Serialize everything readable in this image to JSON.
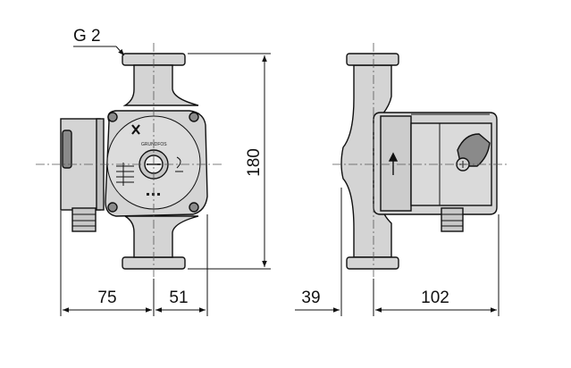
{
  "thread_label": "G 2",
  "dimensions": {
    "front_left": "75",
    "front_right": "51",
    "height": "180",
    "side_left": "39",
    "side_right": "102"
  },
  "logo": {
    "brand": "GRUNDFOS"
  },
  "colors": {
    "line": "#111111",
    "body_fill": "#d4d4d4",
    "dark_fill": "#8a8a8a",
    "centerline": "#555555"
  }
}
